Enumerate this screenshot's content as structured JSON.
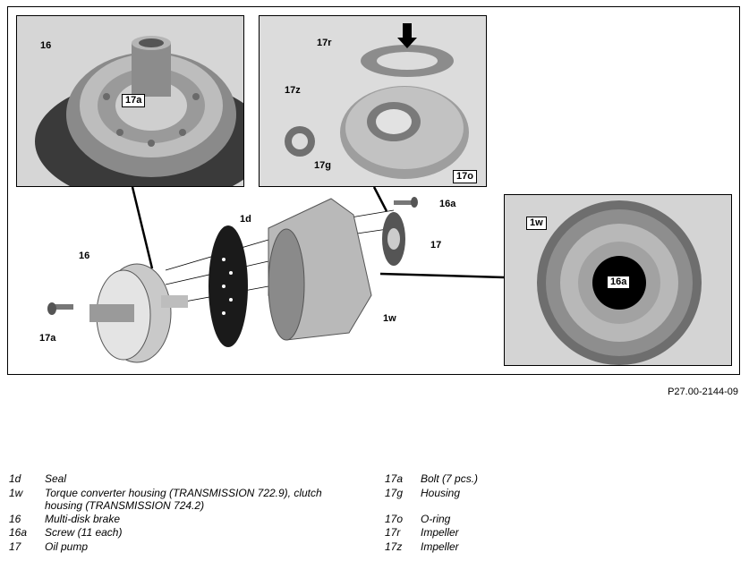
{
  "figure": {
    "reference": "P27.00-2144-09",
    "callouts": {
      "inset_left_16": "16",
      "inset_left_17a": "17a",
      "inset_mid_17r": "17r",
      "inset_mid_17z": "17z",
      "inset_mid_17g": "17g",
      "inset_mid_17o": "17o",
      "inset_right_1w": "1w",
      "inset_right_16a": "16a",
      "main_1d": "1d",
      "main_16a": "16a",
      "main_17": "17",
      "main_16": "16",
      "main_1w": "1w",
      "main_17a": "17a"
    }
  },
  "legend": {
    "left": [
      {
        "code": "1d",
        "desc": "Seal"
      },
      {
        "code": "1w",
        "desc": "Torque converter housing (TRANSMISSION 722.9), clutch",
        "desc2": "housing (TRANSMISSION 724.2)"
      },
      {
        "code": "16",
        "desc": "Multi-disk brake"
      },
      {
        "code": "16a",
        "desc": "Screw (11 each)"
      },
      {
        "code": "17",
        "desc": "Oil pump"
      }
    ],
    "right": [
      {
        "code": "17a",
        "desc": "Bolt (7 pcs.)"
      },
      {
        "code": "17g",
        "desc": "Housing"
      },
      {
        "code": "17o",
        "desc": "O-ring"
      },
      {
        "code": "17r",
        "desc": "Impeller"
      },
      {
        "code": "17z",
        "desc": "Impeller"
      }
    ]
  }
}
